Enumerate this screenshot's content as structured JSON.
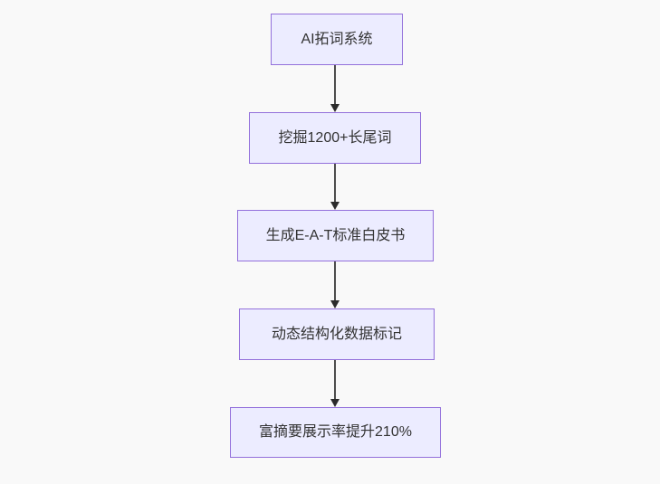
{
  "diagram": {
    "type": "flowchart",
    "direction": "top-down",
    "nodes": [
      {
        "id": "n1",
        "label": "AI拓词系统"
      },
      {
        "id": "n2",
        "label": "挖掘1200+长尾词"
      },
      {
        "id": "n3",
        "label": "生成E-A-T标准白皮书"
      },
      {
        "id": "n4",
        "label": "动态结构化数据标记"
      },
      {
        "id": "n5",
        "label": "富摘要展示率提升210%"
      }
    ],
    "edges": [
      {
        "from": "n1",
        "to": "n2"
      },
      {
        "from": "n2",
        "to": "n3"
      },
      {
        "from": "n3",
        "to": "n4"
      },
      {
        "from": "n4",
        "to": "n5"
      }
    ],
    "colors": {
      "node_fill": "#ececff",
      "node_border": "#9370db",
      "node_text": "#333333",
      "arrow": "#333333",
      "background": "#f9f9f9"
    }
  }
}
